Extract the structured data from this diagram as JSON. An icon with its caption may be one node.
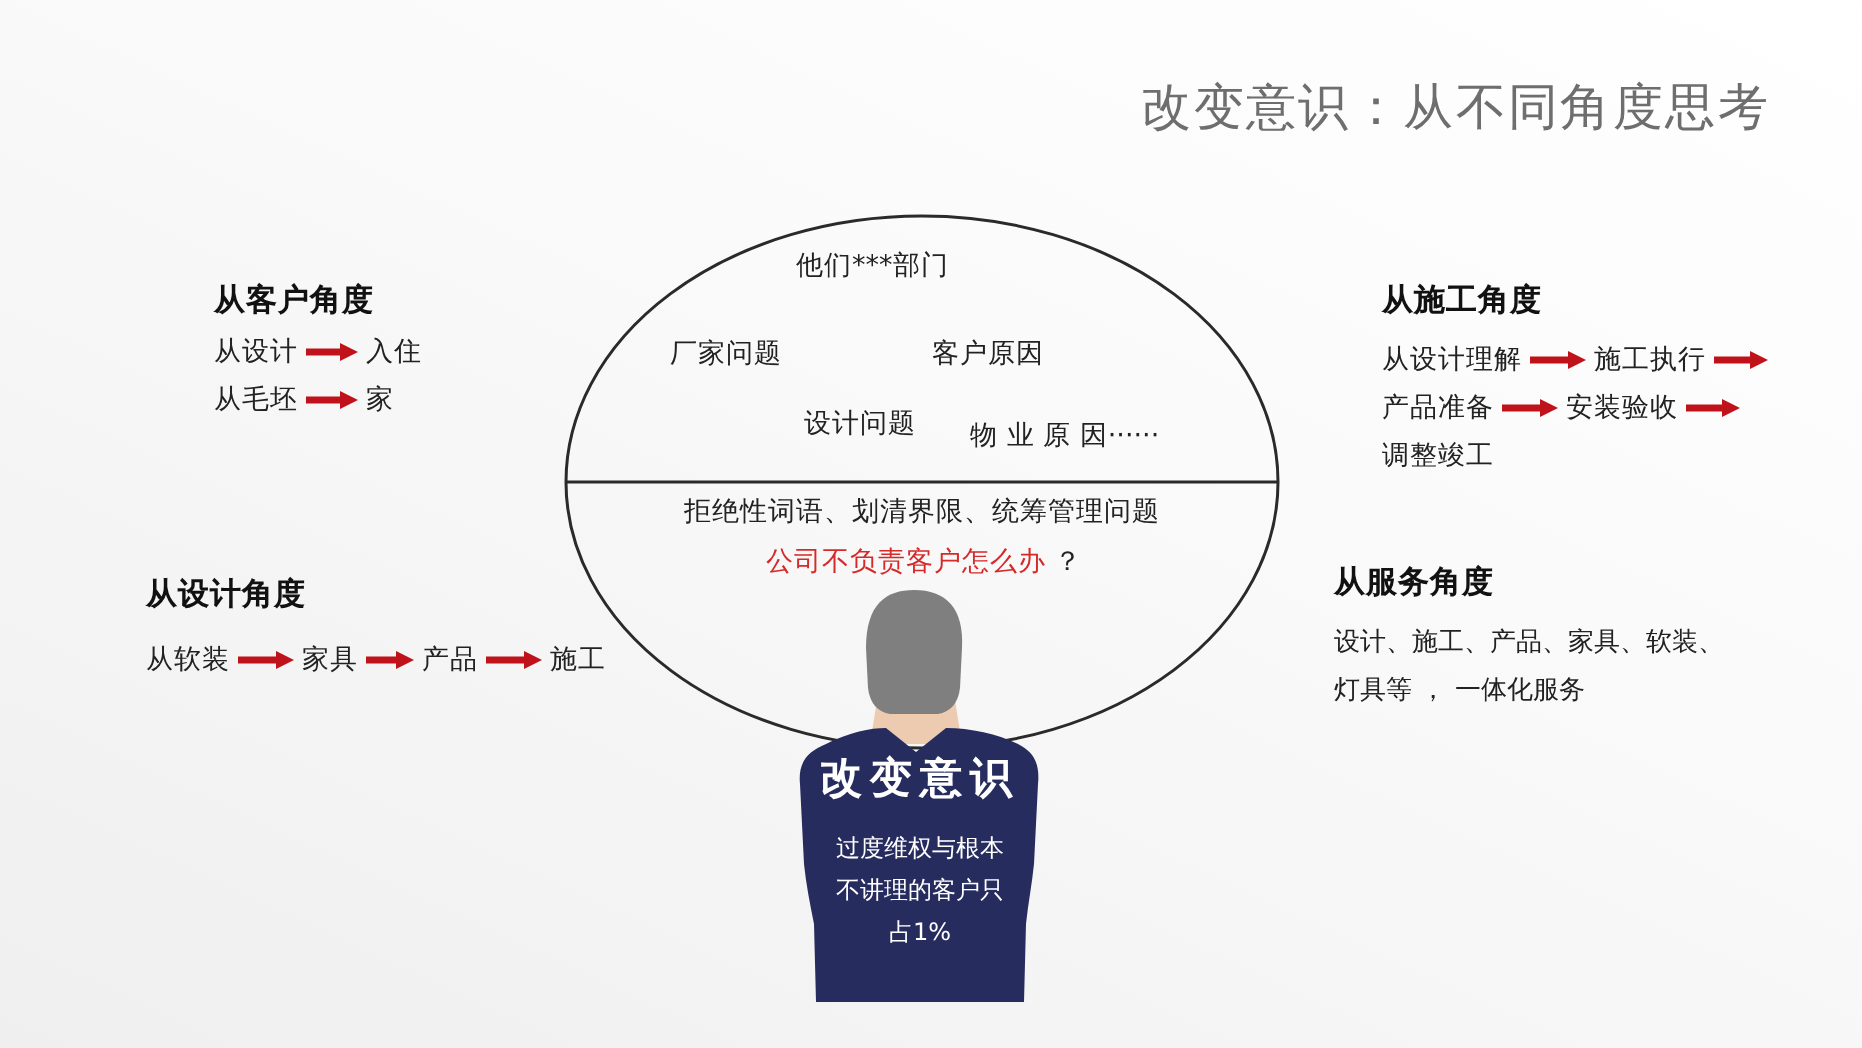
{
  "diagram": {
    "title": "改变意识：从不同角度思考",
    "nodes": [
      {
        "text": [
          "他们***部门",
          "厂家问题",
          "客户原因",
          "设计问题",
          "物 业 原 因······",
          "拒绝性词语、划清界限、统筹管理问题",
          "公司不负责客户怎么办",
          "？"
        ]
      },
      {
        "text": [
          "从设计"
        ]
      },
      {
        "text": [
          "入住"
        ]
      },
      {
        "text": [
          "从毛坯"
        ]
      },
      {
        "text": [
          "家"
        ]
      },
      {
        "text": [
          "从设计理解"
        ]
      },
      {
        "text": [
          "施工执行"
        ]
      },
      {
        "text": [
          "产品准备"
        ]
      },
      {
        "text": [
          "安装验收"
        ]
      },
      {
        "text": [
          "从软装"
        ]
      },
      {
        "text": [
          "家具"
        ]
      },
      {
        "text": [
          "产品"
        ]
      },
      {
        "text": [
          "施工"
        ]
      },
      {
        "text": [
          "改变意识",
          "过度维权与根本不讲理的客户只占1%"
        ]
      }
    ],
    "edges": [
      {
        "from": 1,
        "to": 2,
        "arrow": "to"
      },
      {
        "from": 3,
        "to": 4,
        "arrow": "to"
      },
      {
        "from": 5,
        "to": 6,
        "arrow": "to"
      },
      {
        "from": 6,
        "to": null,
        "arrow": "to"
      },
      {
        "from": 7,
        "to": 8,
        "arrow": "to"
      },
      {
        "from": 8,
        "to": null,
        "arrow": "to"
      },
      {
        "from": 9,
        "to": 10,
        "arrow": "to"
      },
      {
        "from": 10,
        "to": 11,
        "arrow": "to"
      },
      {
        "from": 11,
        "to": 12,
        "arrow": "to"
      }
    ],
    "labels": [
      "从客户角度",
      "从施工角度",
      "调整竣工",
      "从设计角度",
      "从服务角度",
      "设计、施工、产品、家具、软装、灯具等 ， 一体化服务"
    ]
  }
}
